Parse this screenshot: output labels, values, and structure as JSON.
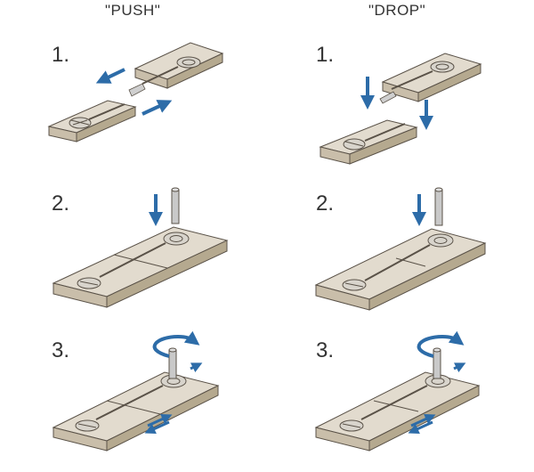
{
  "columns": [
    {
      "title": "\"PUSH\"",
      "steps": [
        "1.",
        "2.",
        "3."
      ]
    },
    {
      "title": "\"DROP\"",
      "steps": [
        "1.",
        "2.",
        "3."
      ]
    }
  ],
  "colors": {
    "slab_top": "#e2dbce",
    "slab_front": "#c9beaa",
    "slab_side": "#b5a98f",
    "outline": "#5a5248",
    "arrow": "#2d6ca8",
    "pin": "#c9c9c9"
  }
}
